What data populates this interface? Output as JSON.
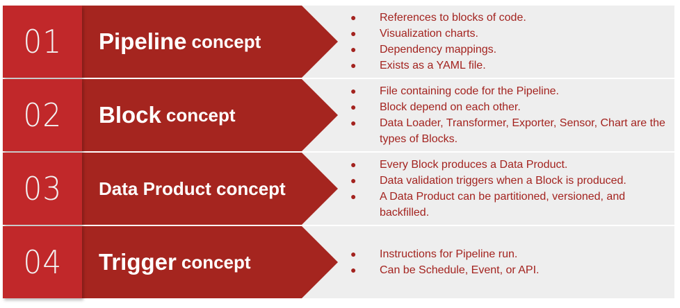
{
  "colors": {
    "number_box": "#c1282a",
    "arrow": "#a5251f",
    "panel": "#eeeeee",
    "bullet_text": "#a3231f"
  },
  "bullet_glyph": "●",
  "rows": [
    {
      "number": "01",
      "title_main": "Pipeline",
      "title_sub": "concept",
      "bullets": [
        "References to blocks of code.",
        "Visualization charts.",
        "Dependency mappings.",
        "Exists as a YAML file."
      ]
    },
    {
      "number": "02",
      "title_main": "Block",
      "title_sub": "concept",
      "bullets": [
        "File containing code for the Pipeline.",
        "Block depend on each other.",
        "Data Loader, Transformer, Exporter, Sensor, Chart are the types of Blocks."
      ]
    },
    {
      "number": "03",
      "title_main": "Data Product concept",
      "title_sub": "",
      "bullets": [
        "Every Block produces a Data Product.",
        "Data validation triggers when a Block is produced.",
        "A Data Product can be partitioned, versioned, and backfilled."
      ]
    },
    {
      "number": "04",
      "title_main": "Trigger",
      "title_sub": "concept",
      "bullets": [
        "Instructions for Pipeline run.",
        "Can be Schedule, Event, or API."
      ]
    }
  ]
}
